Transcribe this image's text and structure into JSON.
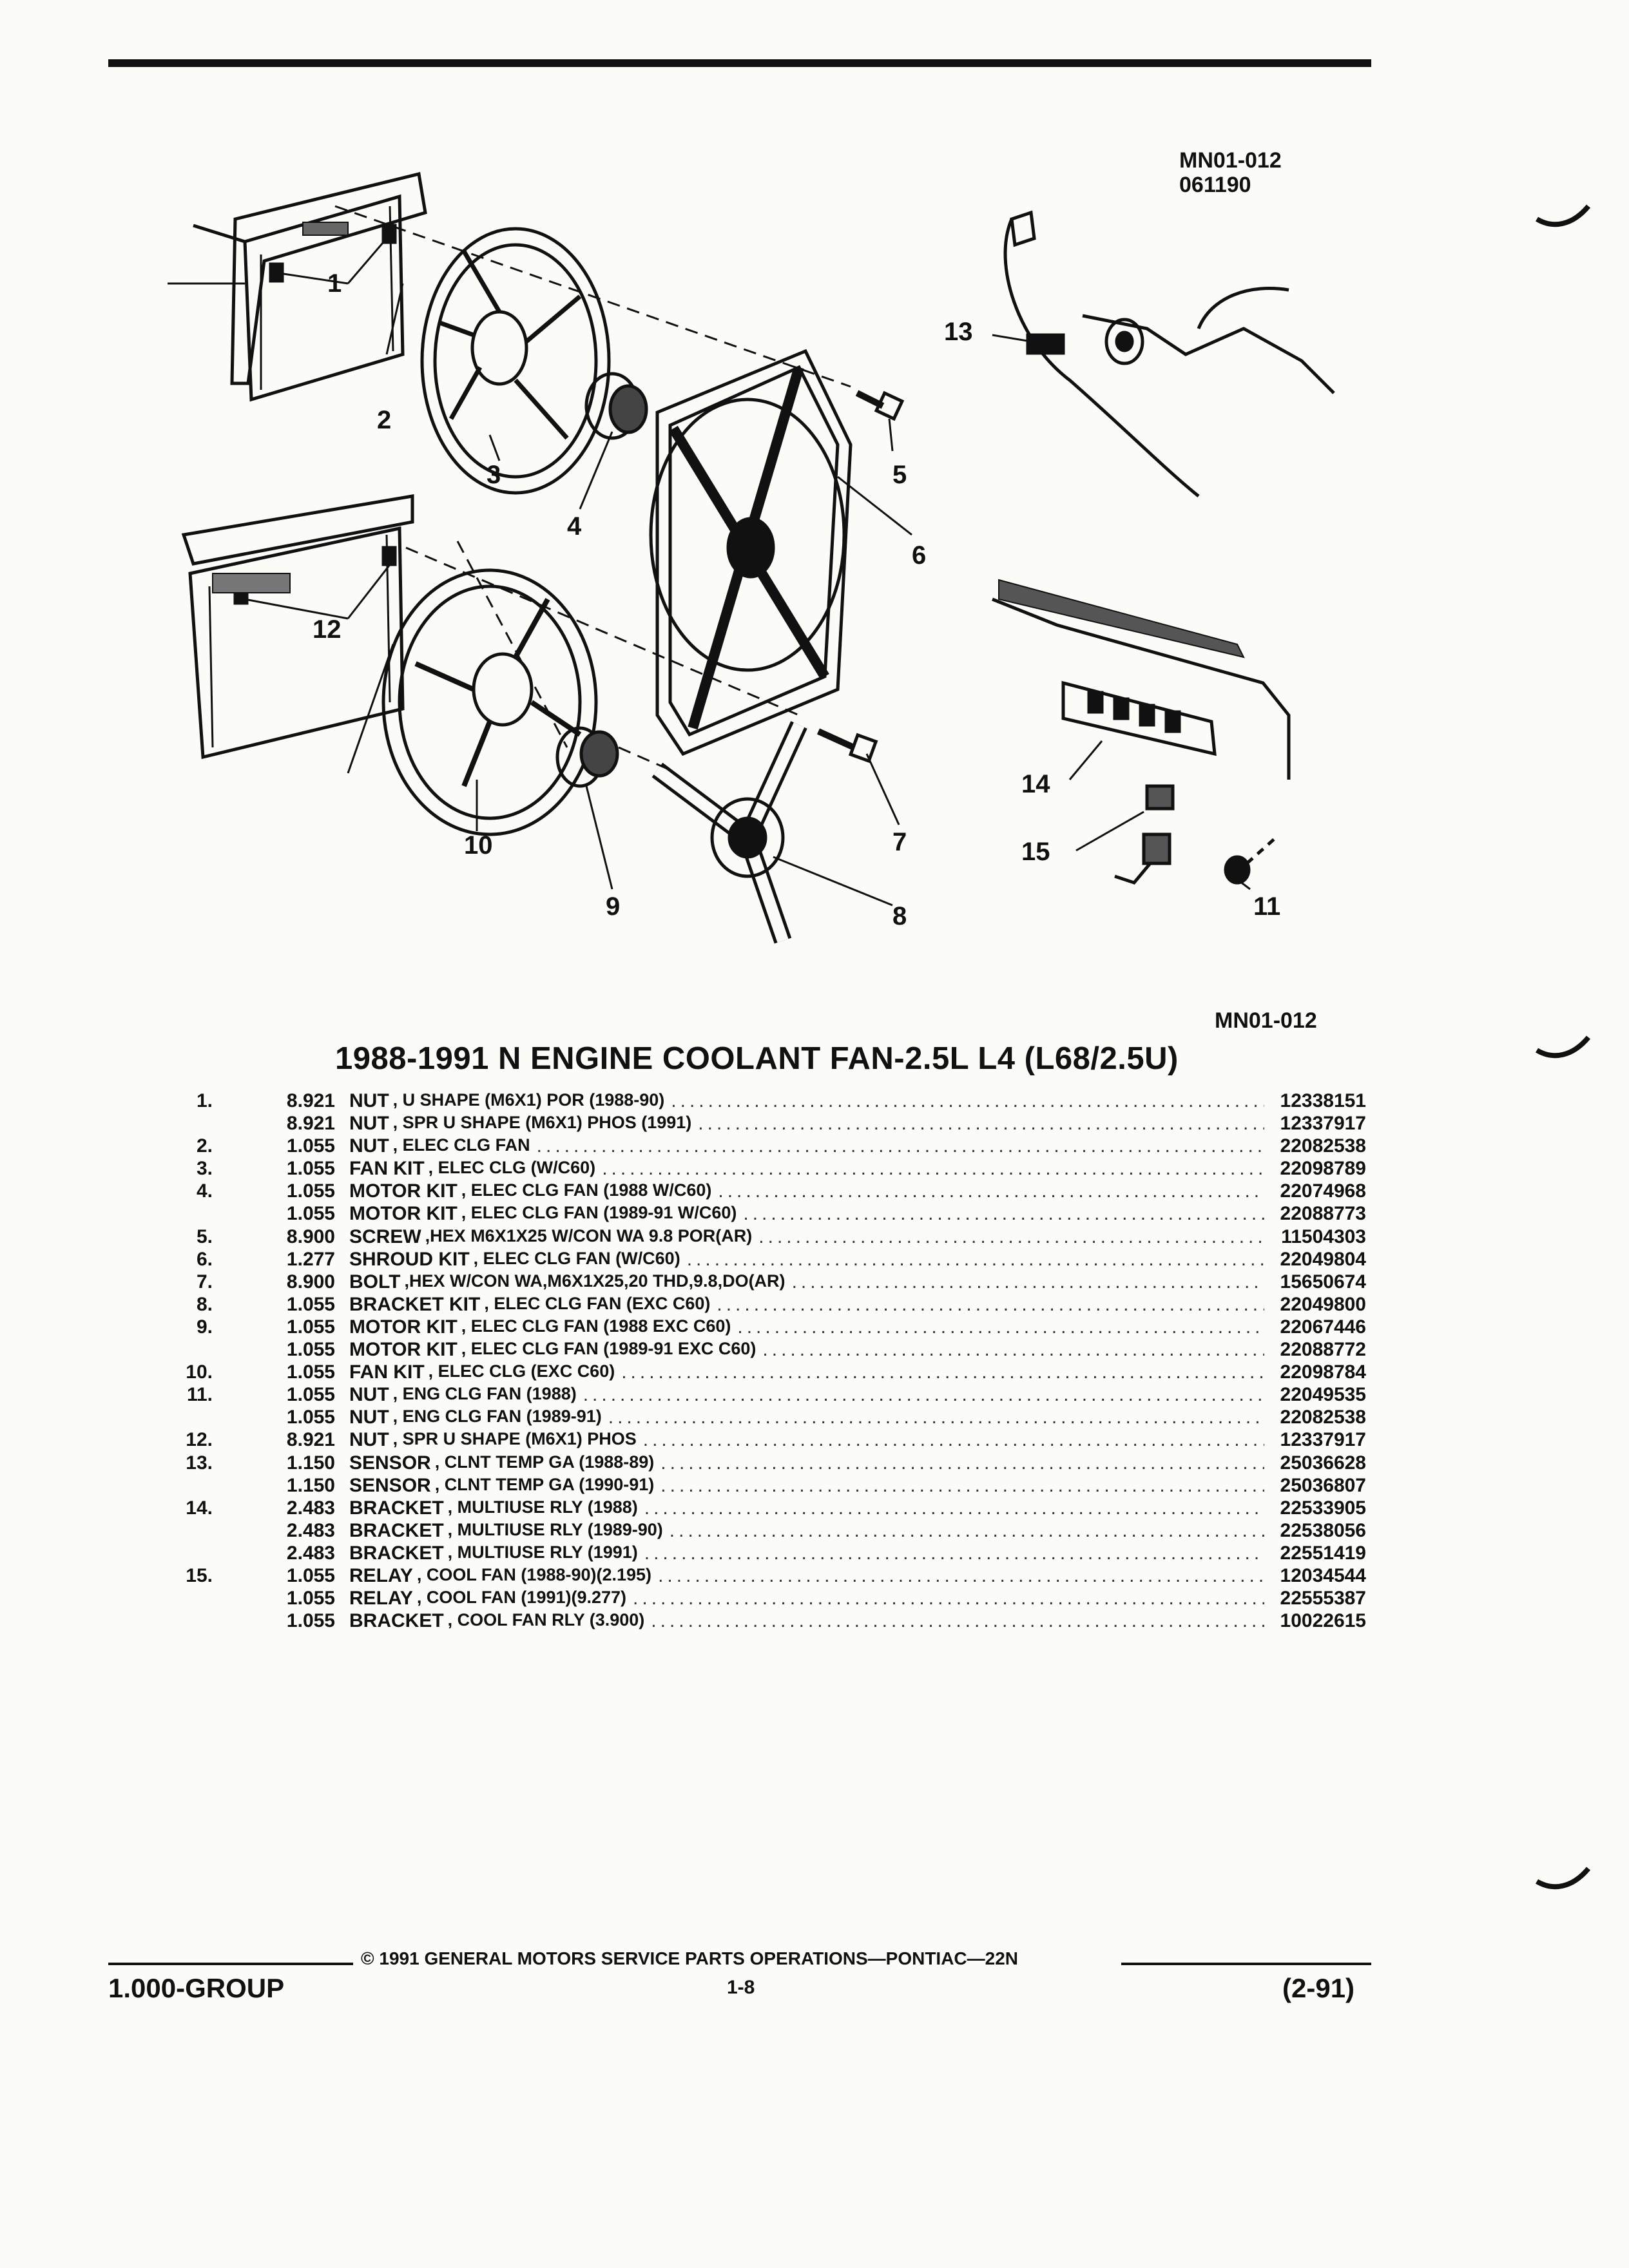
{
  "diagram": {
    "code_top": "MN01-012",
    "date_top": "061190",
    "code_bottom": "MN01-012",
    "callouts": [
      "1",
      "2",
      "3",
      "4",
      "5",
      "6",
      "7",
      "8",
      "9",
      "10",
      "11",
      "12",
      "13",
      "14",
      "15"
    ]
  },
  "title": "1988-1991 N ENGINE COOLANT FAN-2.5L L4 (L68/2.5U)",
  "parts": [
    {
      "ref": "1.",
      "qty": "8.921",
      "name": "NUT",
      "desc": ", U SHAPE (M6X1) POR (1988-90)",
      "part": "12338151"
    },
    {
      "ref": "",
      "qty": "8.921",
      "name": "NUT",
      "desc": ", SPR U SHAPE (M6X1) PHOS (1991)",
      "part": "12337917"
    },
    {
      "ref": "2.",
      "qty": "1.055",
      "name": "NUT",
      "desc": ", ELEC CLG FAN",
      "part": "22082538"
    },
    {
      "ref": "3.",
      "qty": "1.055",
      "name": "FAN KIT",
      "desc": ", ELEC CLG (W/C60)",
      "part": "22098789"
    },
    {
      "ref": "4.",
      "qty": "1.055",
      "name": "MOTOR KIT",
      "desc": ", ELEC CLG FAN (1988 W/C60)",
      "part": "22074968"
    },
    {
      "ref": "",
      "qty": "1.055",
      "name": "MOTOR KIT",
      "desc": ", ELEC CLG FAN (1989-91 W/C60)",
      "part": "22088773"
    },
    {
      "ref": "5.",
      "qty": "8.900",
      "name": "SCREW",
      "desc": ",HEX M6X1X25 W/CON WA 9.8 POR(AR)",
      "part": "11504303"
    },
    {
      "ref": "6.",
      "qty": "1.277",
      "name": "SHROUD KIT",
      "desc": ", ELEC CLG FAN (W/C60)",
      "part": "22049804"
    },
    {
      "ref": "7.",
      "qty": "8.900",
      "name": "BOLT",
      "desc": ",HEX W/CON WA,M6X1X25,20 THD,9.8,DO(AR)",
      "part": "15650674"
    },
    {
      "ref": "8.",
      "qty": "1.055",
      "name": "BRACKET KIT",
      "desc": ", ELEC CLG FAN (EXC C60)",
      "part": "22049800"
    },
    {
      "ref": "9.",
      "qty": "1.055",
      "name": "MOTOR KIT",
      "desc": ", ELEC CLG FAN (1988 EXC C60)",
      "part": "22067446"
    },
    {
      "ref": "",
      "qty": "1.055",
      "name": "MOTOR KIT",
      "desc": ", ELEC CLG FAN (1989-91 EXC C60)",
      "part": "22088772"
    },
    {
      "ref": "10.",
      "qty": "1.055",
      "name": "FAN KIT",
      "desc": ", ELEC CLG (EXC C60)",
      "part": "22098784"
    },
    {
      "ref": "11.",
      "qty": "1.055",
      "name": "NUT",
      "desc": ", ENG CLG FAN (1988)",
      "part": "22049535"
    },
    {
      "ref": "",
      "qty": "1.055",
      "name": "NUT",
      "desc": ", ENG CLG FAN (1989-91)",
      "part": "22082538"
    },
    {
      "ref": "12.",
      "qty": "8.921",
      "name": "NUT",
      "desc": ", SPR U SHAPE (M6X1) PHOS",
      "part": "12337917"
    },
    {
      "ref": "13.",
      "qty": "1.150",
      "name": "SENSOR",
      "desc": ", CLNT TEMP GA (1988-89)",
      "part": "25036628"
    },
    {
      "ref": "",
      "qty": "1.150",
      "name": "SENSOR",
      "desc": ", CLNT TEMP GA (1990-91)",
      "part": "25036807"
    },
    {
      "ref": "14.",
      "qty": "2.483",
      "name": "BRACKET",
      "desc": ", MULTIUSE RLY (1988)",
      "part": "22533905"
    },
    {
      "ref": "",
      "qty": "2.483",
      "name": "BRACKET",
      "desc": ", MULTIUSE RLY (1989-90)",
      "part": "22538056"
    },
    {
      "ref": "",
      "qty": "2.483",
      "name": "BRACKET",
      "desc": ", MULTIUSE RLY (1991)",
      "part": "22551419"
    },
    {
      "ref": "15.",
      "qty": "1.055",
      "name": "RELAY",
      "desc": ", COOL FAN (1988-90)(2.195)",
      "part": "12034544"
    },
    {
      "ref": "",
      "qty": "1.055",
      "name": "RELAY",
      "desc": ", COOL FAN (1991)(9.277)",
      "part": "22555387"
    },
    {
      "ref": "",
      "qty": "1.055",
      "name": "BRACKET",
      "desc": ", COOL FAN RLY (3.900)",
      "part": "10022615"
    }
  ],
  "footer": {
    "copyright": "© 1991 GENERAL MOTORS SERVICE PARTS OPERATIONS—PONTIAC—22N",
    "group": "1.000-GROUP",
    "page": "1-8",
    "date": "(2-91)"
  }
}
